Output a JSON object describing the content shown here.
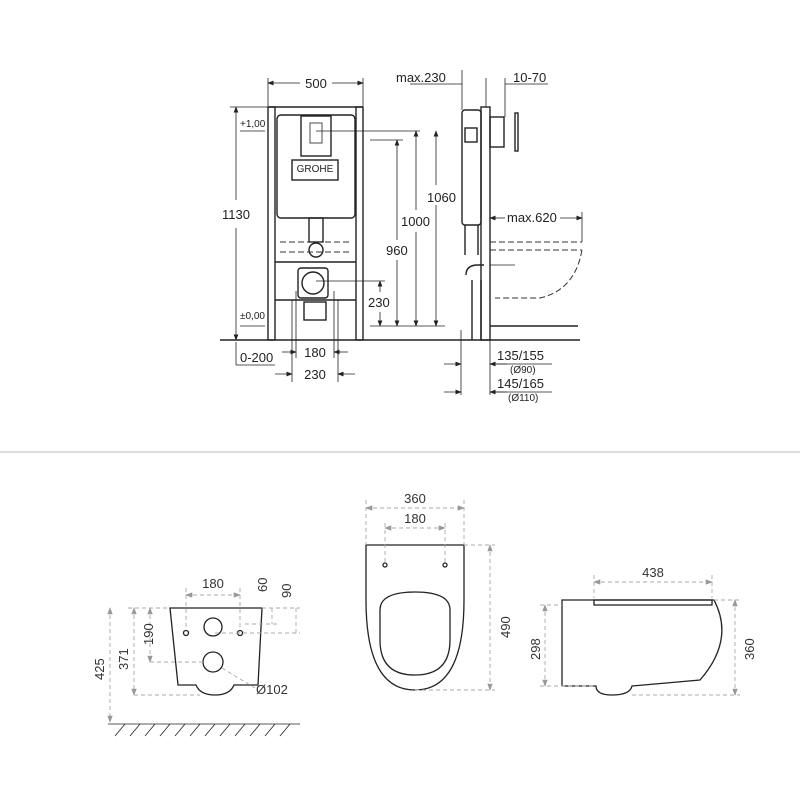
{
  "frame_front": {
    "width": "500",
    "height_total": "1130",
    "level_top": "+1,00",
    "level_floor": "±0,00",
    "h_1060": "1060",
    "h_1000": "1000",
    "h_960": "960",
    "h_230": "230",
    "offset": "0-200",
    "w_180": "180",
    "w_230": "230",
    "brand": "GROHE"
  },
  "frame_side": {
    "max_depth": "max.230",
    "button_offset": "10-70",
    "max_projection": "max.620",
    "pipe1": "135/155",
    "pipe1_dia": "(Ø90)",
    "pipe2": "145/165",
    "pipe2_dia": "(Ø110)"
  },
  "bowl_back": {
    "w_180": "180",
    "h_60": "60",
    "h_90": "90",
    "h_190": "190",
    "h_371": "371",
    "h_425": "425",
    "dia": "Ø102"
  },
  "bowl_top": {
    "width": "360",
    "holes": "180",
    "length": "490"
  },
  "bowl_side": {
    "length": "438",
    "h_298": "298",
    "h_360": "360"
  }
}
